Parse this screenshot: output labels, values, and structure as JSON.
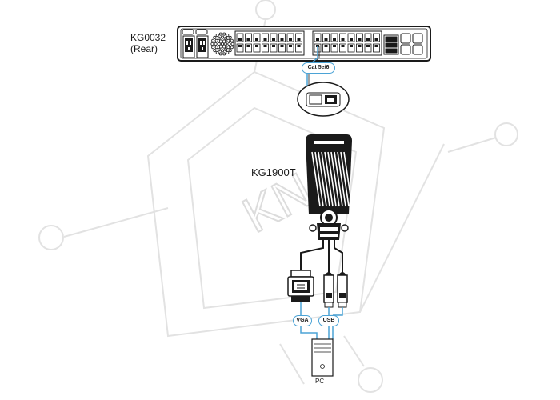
{
  "device_rear": {
    "name": "KG0032",
    "view": "(Rear)"
  },
  "cable_label": "Cat 5e/6",
  "adapter_label": "KG1900T",
  "connectors": {
    "vga": "VGA",
    "usb": "USB"
  },
  "pc_label": "PC",
  "watermark_text": "KNA",
  "colors": {
    "cable_accent": "#4ba3d6",
    "watermark": "#e4e4e4",
    "outline": "#1a1a1a"
  }
}
